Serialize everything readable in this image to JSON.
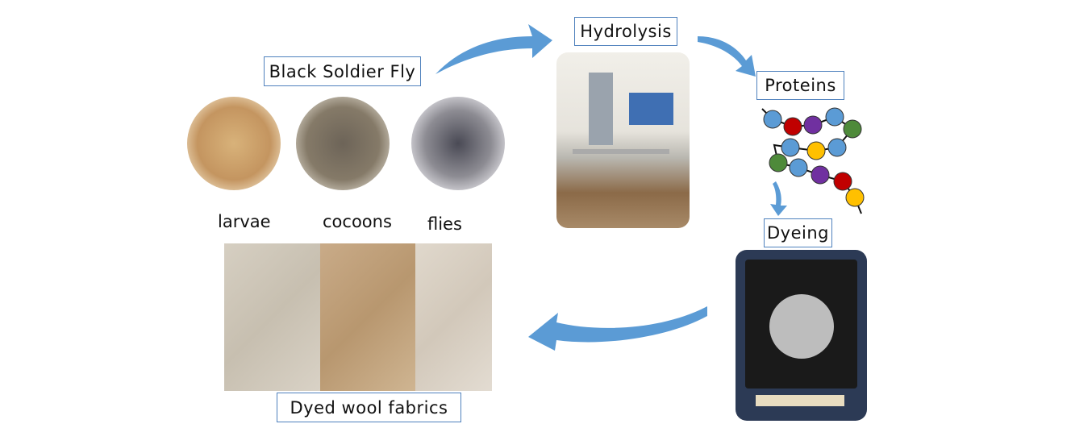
{
  "labels": {
    "source": "Black Soldier Fly",
    "larvae": "larvae",
    "cocoons": "cocoons",
    "flies": "flies",
    "hydrolysis": "Hydrolysis",
    "proteins": "Proteins",
    "dyeing": "Dyeing",
    "fabrics": "Dyed wool fabrics"
  },
  "colors": {
    "arrow": "#5b9bd5",
    "box_border": "#4f81bd",
    "bead_blue": "#5b9bd5",
    "bead_red": "#c00000",
    "bead_purple": "#7030a0",
    "bead_green": "#4e8a3a",
    "bead_yellow": "#ffc000"
  }
}
